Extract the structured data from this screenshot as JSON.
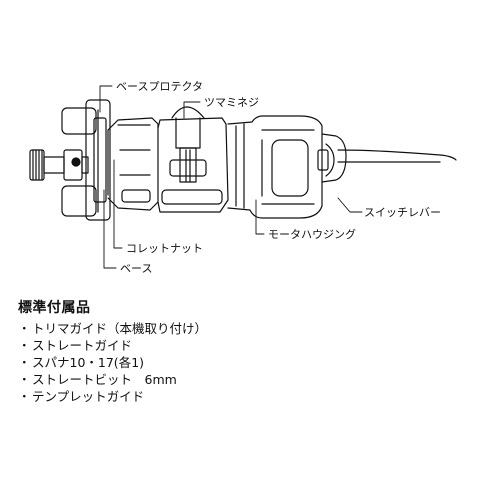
{
  "labels": {
    "base_protector": "ベースプロテクタ",
    "knob_screw": "ツマミネジ",
    "switch_lever": "スイッチレバー",
    "motor_housing": "モータハウジング",
    "collet_nut": "コレットナット",
    "base": "ベース"
  },
  "accessories": {
    "title": "標準付属品",
    "bullet": "・",
    "items": [
      "トリマガイド（本機取り付け）",
      "ストレートガイド",
      "スパナ10・17(各1)",
      "ストレートビット　6mm",
      "テンプレットガイド"
    ]
  }
}
